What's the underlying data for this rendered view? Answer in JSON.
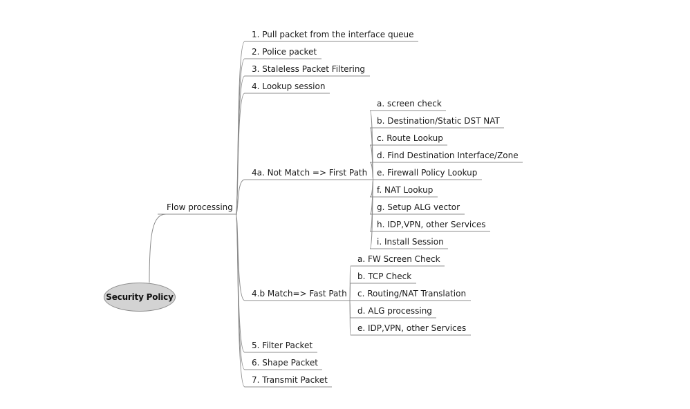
{
  "root": {
    "label": "Security Policy"
  },
  "hub": {
    "label": "Flow processing"
  },
  "steps": [
    {
      "label": "1. Pull packet from the interface queue"
    },
    {
      "label": "2. Police packet"
    },
    {
      "label": "3. Staleless Packet Filtering"
    },
    {
      "label": "4. Lookup session"
    },
    {
      "label": "4a. Not  Match => First Path"
    },
    {
      "label": "4.b Match=> Fast Path"
    },
    {
      "label": "5. Filter Packet"
    },
    {
      "label": "6. Shape Packet"
    },
    {
      "label": "7. Transmit Packet"
    }
  ],
  "first_path": [
    {
      "label": "a. screen check"
    },
    {
      "label": "b. Destination/Static DST NAT"
    },
    {
      "label": "c. Route Lookup"
    },
    {
      "label": "d. Find Destination Interface/Zone"
    },
    {
      "label": "e. Firewall Policy Lookup"
    },
    {
      "label": "f. NAT Lookup"
    },
    {
      "label": "g. Setup ALG vector"
    },
    {
      "label": "h. IDP,VPN, other Services"
    },
    {
      "label": "i. Install Session"
    }
  ],
  "fast_path": [
    {
      "label": "a. FW Screen Check"
    },
    {
      "label": "b. TCP Check"
    },
    {
      "label": "c. Routing/NAT Translation"
    },
    {
      "label": "d. ALG processing"
    },
    {
      "label": "e. IDP,VPN, other Services"
    }
  ]
}
